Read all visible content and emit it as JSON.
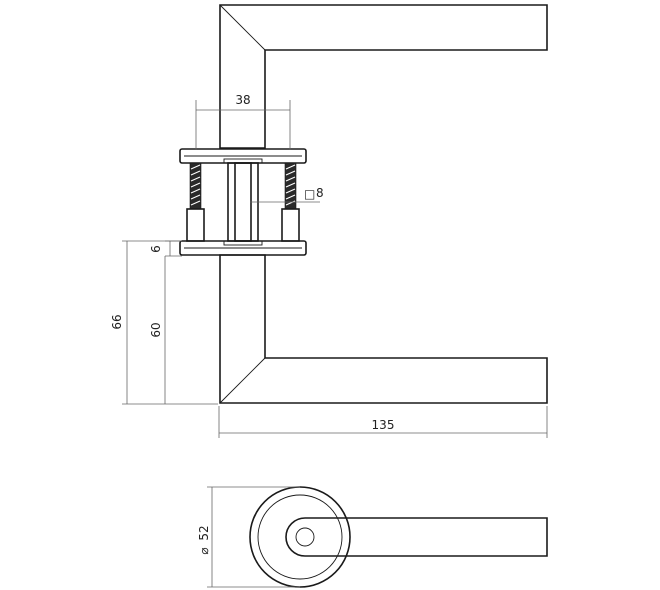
{
  "dimensions": {
    "rose_spacing": "38",
    "spindle": "8",
    "rose_thickness": "6",
    "overall_height": "66",
    "lever_height": "60",
    "lever_length": "135",
    "rose_diameter": "52",
    "diameter_symbol": "⌀",
    "square_symbol": "□"
  },
  "colors": {
    "line": "#1a1a1a",
    "dimension_line": "#666666",
    "background": "#ffffff"
  }
}
